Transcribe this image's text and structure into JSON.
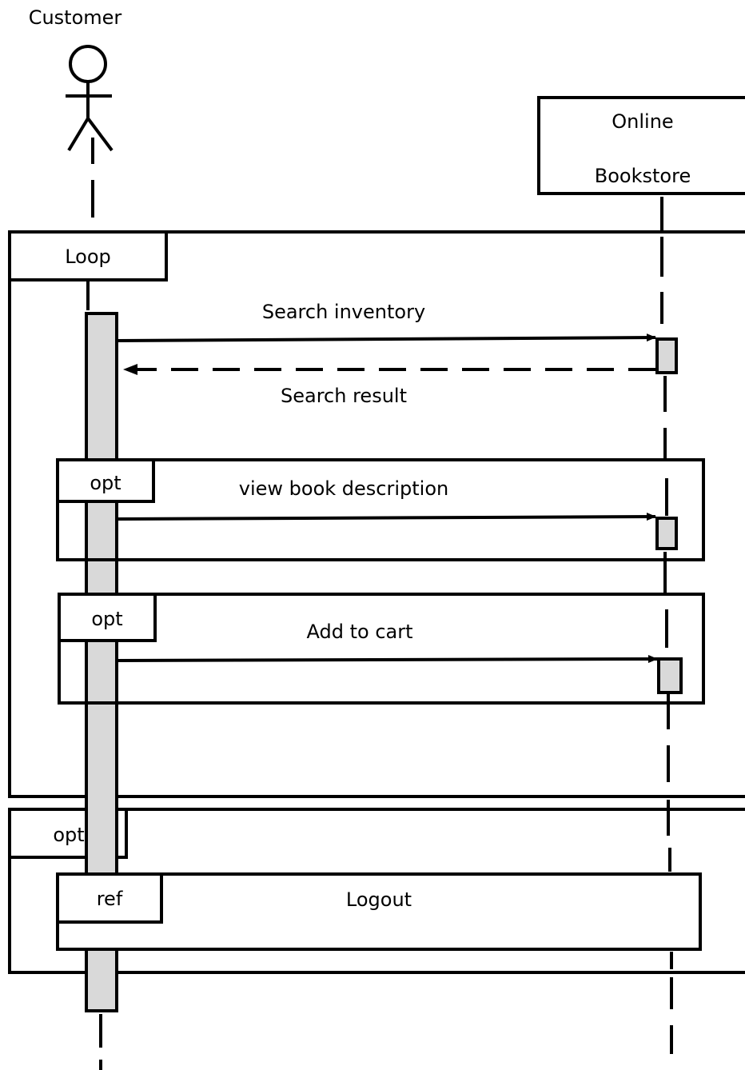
{
  "lifelines": {
    "customer": {
      "name": "Customer"
    },
    "bookstore": {
      "name_line1": "Online",
      "name_line2": "Bookstore"
    }
  },
  "fragments": {
    "loop": {
      "operator": "Loop"
    },
    "opt_view": {
      "operator": "opt"
    },
    "opt_cart": {
      "operator": "opt"
    },
    "opt_logout": {
      "operator": "opt"
    },
    "ref_logout": {
      "operator": "ref",
      "label": "Logout"
    }
  },
  "messages": {
    "search_inventory": "Search inventory",
    "search_result": "Search result",
    "view_description": "view book description",
    "add_to_cart": "Add to cart"
  },
  "colors": {
    "line": "#000000",
    "activation_fill": "#d9d9d9",
    "background": "#ffffff"
  }
}
